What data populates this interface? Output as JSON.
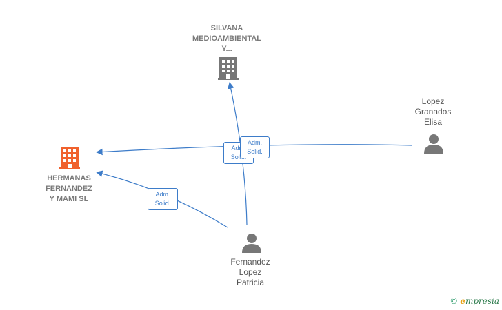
{
  "colors": {
    "edge": "#3d7cc9",
    "company_primary": "#f0612d",
    "company_secondary": "#777777",
    "person": "#777777"
  },
  "nodes": {
    "silvana": {
      "label": "SILVANA\nMEDIOAMBIENTAL\nY...",
      "icon": "building-icon"
    },
    "hermanas": {
      "label": "HERMANAS\nFERNANDEZ\nY MAMI  SL",
      "icon": "building-icon"
    },
    "lopez_granados": {
      "label": "Lopez\nGranados\nElisa",
      "icon": "person-icon"
    },
    "fernandez_lopez": {
      "label": "Fernandez\nLopez\nPatricia",
      "icon": "person-icon"
    }
  },
  "edges": {
    "e1": {
      "label": "Adm.\nSolid."
    },
    "e2": {
      "label": "Adm.\nSolid."
    },
    "e3": {
      "label": "Adm.\nSolid."
    }
  },
  "brand": {
    "copyright": "©",
    "name_first": "e",
    "name_rest": "mpresia"
  }
}
